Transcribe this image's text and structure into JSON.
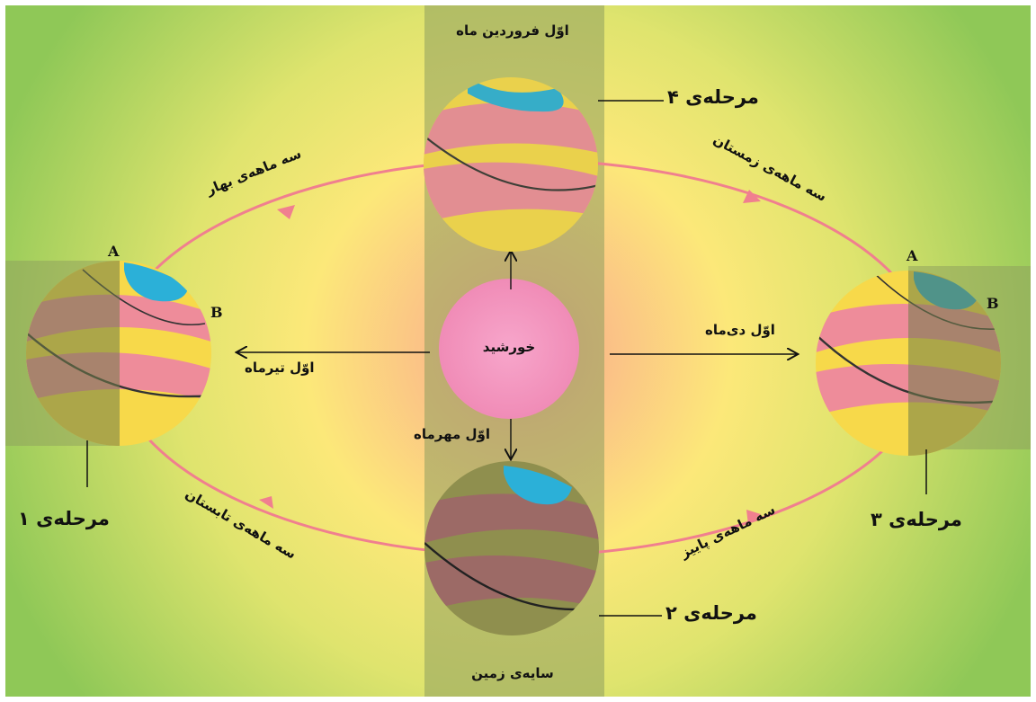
{
  "labels": {
    "sun": "خورشید",
    "farvardin": "اوّل فروردین ماه",
    "tir": "اوّل تیرماه",
    "mehr": "اوّل مهرماه",
    "dey": "اوّل دی‌ماه",
    "earth_shadow": "سایه‌ی زمین",
    "spring": "سه ماهه‌ی بهار",
    "summer": "سه ماهه‌ی تابستان",
    "autumn": "سه ماهه‌ی پاییز",
    "winter": "سه ماهه‌ی زمستان",
    "stage1": "مرحله‌ی ۱",
    "stage2": "مرحله‌ی ۲",
    "stage3": "مرحله‌ی ۳",
    "stage4": "مرحله‌ی ۴",
    "point_a_left": "A",
    "point_b_left": "B",
    "point_a_right": "A",
    "point_b_right": "B"
  },
  "colors": {
    "background_green": "#9fce5c",
    "glow_yellow": "#fbe97a",
    "sun_pink": "#f49ac0",
    "orbit": "#f07f8f",
    "shadow_band": "#8e9e5e",
    "ocean_cyan": "#2bb0d8",
    "globe_yellow": "#f7d94a",
    "globe_pink": "#ee8c9a"
  }
}
